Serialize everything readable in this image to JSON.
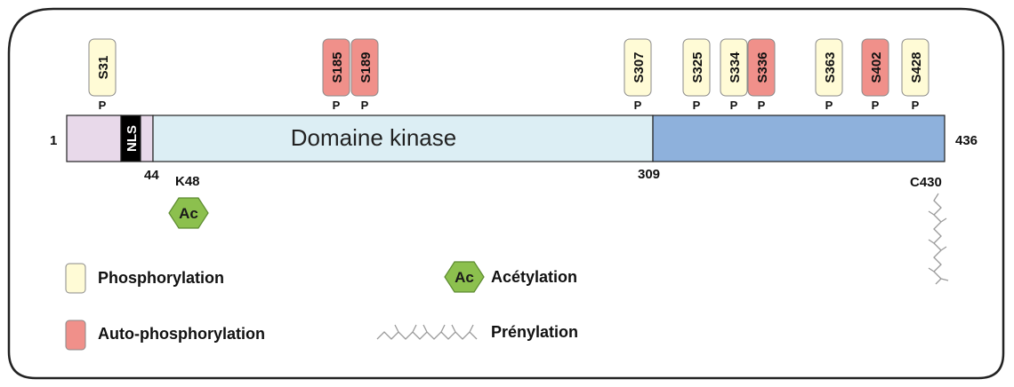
{
  "colors": {
    "phospho": "#FFFBD6",
    "autophospho": "#F0908A",
    "nterm": "#E8D9EA",
    "kinase": "#DCEEF4",
    "cterm": "#8EB1DC",
    "nls": "#000000",
    "acetyl": "#8CC04E"
  },
  "protein": {
    "start_label": "1",
    "end_label": "436",
    "nls_label": "NLS",
    "kinase_label": "Domaine kinase",
    "boundary_44": "44",
    "boundary_309": "309"
  },
  "sites": [
    {
      "label": "S31",
      "type": "phospho",
      "p": "P"
    },
    {
      "label": "S185",
      "type": "autophospho",
      "p": "P"
    },
    {
      "label": "S189",
      "type": "autophospho",
      "p": "P"
    },
    {
      "label": "S307",
      "type": "phospho",
      "p": "P"
    },
    {
      "label": "S325",
      "type": "phospho",
      "p": "P"
    },
    {
      "label": "S334",
      "type": "phospho",
      "p": "P"
    },
    {
      "label": "S336",
      "type": "autophospho",
      "p": "P"
    },
    {
      "label": "S363",
      "type": "phospho",
      "p": "P"
    },
    {
      "label": "S402",
      "type": "autophospho",
      "p": "P"
    },
    {
      "label": "S428",
      "type": "phospho",
      "p": "P"
    }
  ],
  "acetylation_site": {
    "label": "K48",
    "symbol": "Ac"
  },
  "prenylation_site": {
    "label": "C430"
  },
  "legend": {
    "phospho": "Phosphorylation",
    "autophospho": "Auto-phosphorylation",
    "acetyl_symbol": "Ac",
    "acetyl": "Acétylation",
    "prenyl": "Prénylation"
  }
}
